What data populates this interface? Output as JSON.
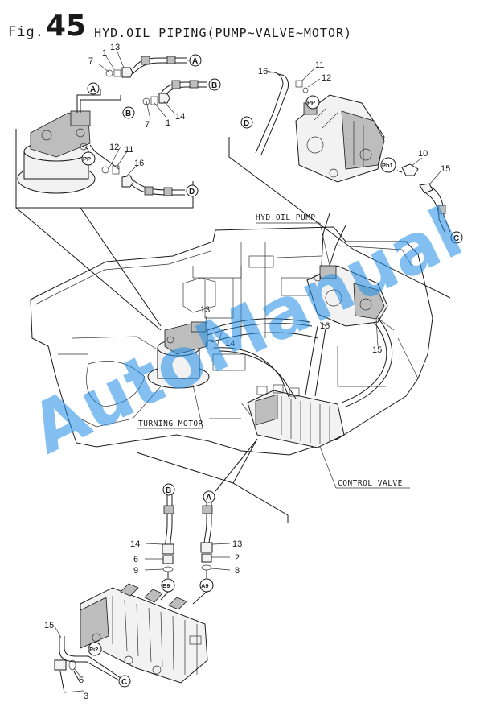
{
  "header": {
    "fig_prefix": "Fig.",
    "fig_number": "45",
    "title": "HYD.OIL PIPING(PUMP~VALVE~MOTOR)"
  },
  "labels": {
    "hyd_oil_pump": "HYD.OIL PUMP",
    "turning_motor": "TURNING MOTOR",
    "control_valve": "CONTROL VALVE"
  },
  "port_bubbles": {
    "A": "A",
    "B": "B",
    "C": "C",
    "D": "D",
    "PP": "PP",
    "Pb1": "Pb1",
    "B9": "B9",
    "A9": "A9",
    "Pi2": "Pi2"
  },
  "callouts": {
    "n1": "1",
    "n2": "2",
    "n3": "3",
    "n5": "5",
    "n6": "6",
    "n7": "7",
    "n8": "8",
    "n9": "9",
    "n10": "10",
    "n11": "11",
    "n12": "12",
    "n13": "13",
    "n14": "14",
    "n15": "15",
    "n16": "16"
  },
  "watermark": "AutoManual"
}
